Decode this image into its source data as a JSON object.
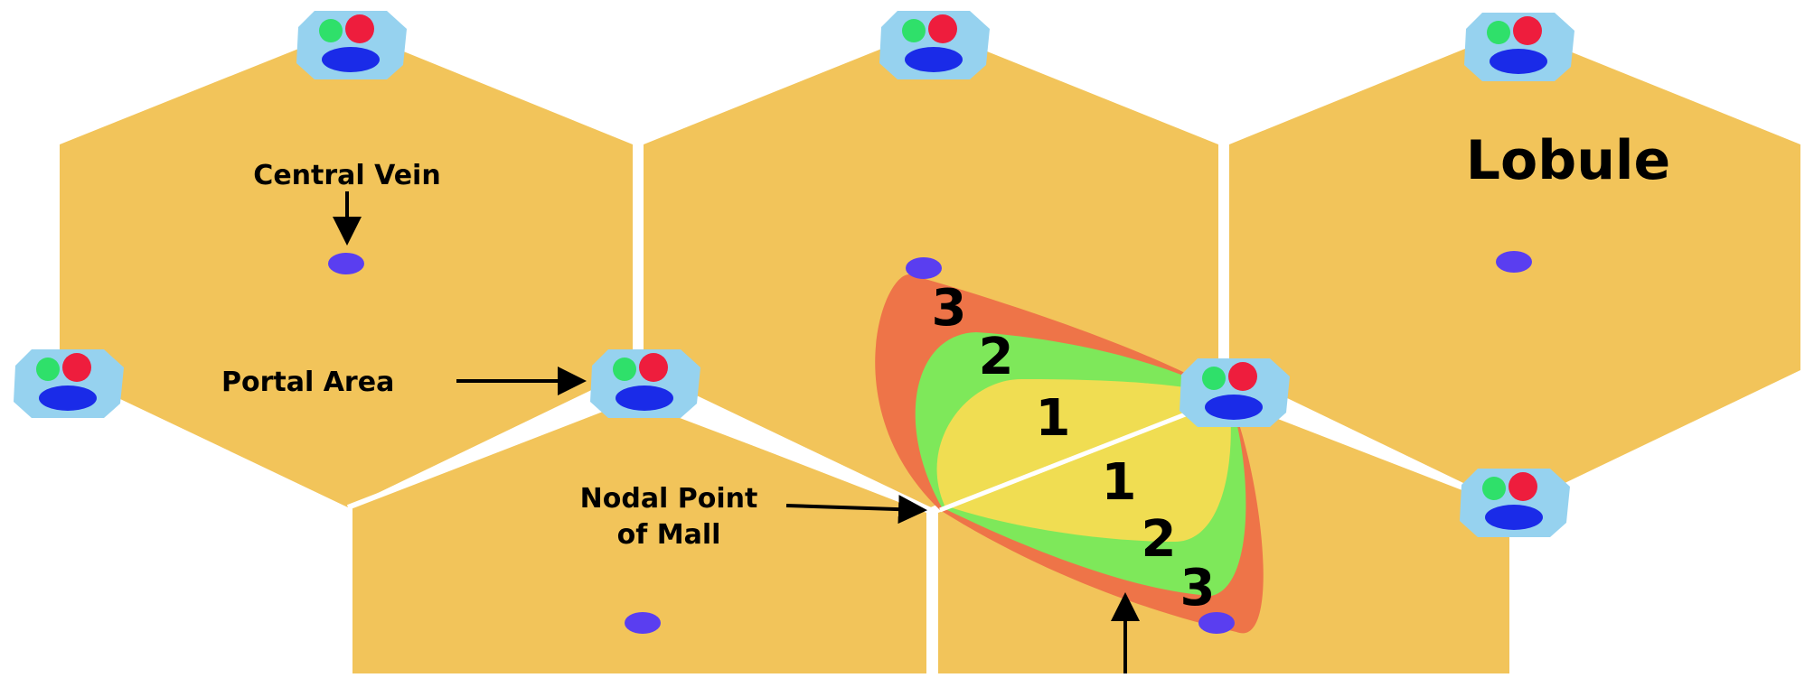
{
  "labels": {
    "central_vein": "Central Vein",
    "portal_area": "Portal Area",
    "nodal_point_line1": "Nodal Point",
    "nodal_point_line2": "of Mall",
    "lobule": "Lobule"
  },
  "zones": {
    "upper": [
      "3",
      "2",
      "1"
    ],
    "lower": [
      "1",
      "2",
      "3"
    ]
  },
  "colors": {
    "background": "#ffffff",
    "lobule": "#f2c45a",
    "zone1": "#f0dd52",
    "zone2": "#7ee85a",
    "zone3": "#ee7448",
    "portal_area": "#96d2ef",
    "bile_duct": "#2fe06a",
    "hepatic_artery": "#ee1d3d",
    "portal_vein": "#1a2be8",
    "central_vein": "#5a3ef0",
    "arrow": "#000000"
  }
}
